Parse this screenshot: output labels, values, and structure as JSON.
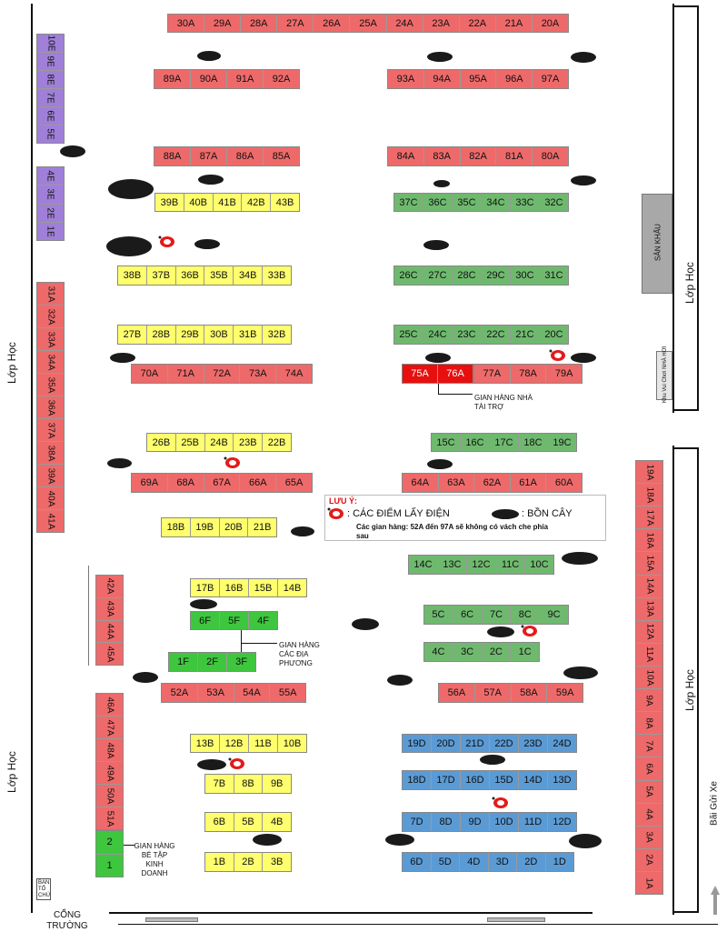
{
  "colors": {
    "red": "#ee6a6a",
    "yellow": "#ffff6e",
    "green": "#6fb96f",
    "blue": "#5b9bd5",
    "purple": "#a07fd8",
    "sponsor": "#e80f0f",
    "bright_green": "#3ec63e",
    "tree": "#1a1a1a"
  },
  "labels": {
    "classroom": "Lớp Học",
    "stage": "SÂN KHẤU",
    "play_area": "Khu Vui Chơi NHÀ HƠI",
    "parking": "Bãi Gửi Xe",
    "gate": "CỔNG TRƯỜNG",
    "organizers": "BAN TỔ CHỨC",
    "sponsor_note": "GIAN HÀNG NHÀ TÀI TRỢ",
    "local_note": "GIAN HÀNG CÁC ĐỊA PHƯƠNG",
    "kid_note": "GIAN HÀNG BÉ TẬP KINH DOANH"
  },
  "legend": {
    "title": "LƯU Ý:",
    "power": ": CÁC ĐIỂM LẤY ĐIỆN",
    "tree": ": BỒN CÂY",
    "note": "Các gian hàng: 52A đến 97A sẽ không có vách che phía sau"
  },
  "booths": {
    "r30_20": [
      "30A",
      "29A",
      "28A",
      "27A",
      "26A",
      "25A",
      "24A",
      "23A",
      "22A",
      "21A",
      "20A"
    ],
    "r89_92": [
      "89A",
      "90A",
      "91A",
      "92A"
    ],
    "r93_97": [
      "93A",
      "94A",
      "95A",
      "96A",
      "97A"
    ],
    "r88_85": [
      "88A",
      "87A",
      "86A",
      "85A"
    ],
    "r84_80": [
      "84A",
      "83A",
      "82A",
      "81A",
      "80A"
    ],
    "r39_43": [
      "39B",
      "40B",
      "41B",
      "42B",
      "43B"
    ],
    "r37_32": [
      "37C",
      "36C",
      "35C",
      "34C",
      "33C",
      "32C"
    ],
    "r38_33": [
      "38B",
      "37B",
      "36B",
      "35B",
      "34B",
      "33B"
    ],
    "r26_31": [
      "26C",
      "27C",
      "28C",
      "29C",
      "30C",
      "31C"
    ],
    "r27_32": [
      "27B",
      "28B",
      "29B",
      "30B",
      "31B",
      "32B"
    ],
    "r25_20": [
      "25C",
      "24C",
      "23C",
      "22C",
      "21C",
      "20C"
    ],
    "r70_74": [
      "70A",
      "71A",
      "72A",
      "73A",
      "74A"
    ],
    "r75_76": [
      "75A",
      "76A"
    ],
    "r77_79": [
      "77A",
      "78A",
      "79A"
    ],
    "r26_22": [
      "26B",
      "25B",
      "24B",
      "23B",
      "22B"
    ],
    "r15_19": [
      "15C",
      "16C",
      "17C",
      "18C",
      "19C"
    ],
    "r69_65": [
      "69A",
      "68A",
      "67A",
      "66A",
      "65A"
    ],
    "r64_60": [
      "64A",
      "63A",
      "62A",
      "61A",
      "60A"
    ],
    "r18_21": [
      "18B",
      "19B",
      "20B",
      "21B"
    ],
    "r14_10": [
      "14C",
      "13C",
      "12C",
      "11C",
      "10C"
    ],
    "r17_14": [
      "17B",
      "16B",
      "15B",
      "14B"
    ],
    "r6_4f": [
      "6F",
      "5F",
      "4F"
    ],
    "r5_9c": [
      "5C",
      "6C",
      "7C",
      "8C",
      "9C"
    ],
    "r1_3f": [
      "1F",
      "2F",
      "3F"
    ],
    "r4_1c": [
      "4C",
      "3C",
      "2C",
      "1C"
    ],
    "r52_55": [
      "52A",
      "53A",
      "54A",
      "55A"
    ],
    "r56_59": [
      "56A",
      "57A",
      "58A",
      "59A"
    ],
    "r13_10b": [
      "13B",
      "12B",
      "11B",
      "10B"
    ],
    "r19_24d": [
      "19D",
      "20D",
      "21D",
      "22D",
      "23D",
      "24D"
    ],
    "r7_9b": [
      "7B",
      "8B",
      "9B"
    ],
    "r18_13d": [
      "18D",
      "17D",
      "16D",
      "15D",
      "14D",
      "13D"
    ],
    "r6_4b": [
      "6B",
      "5B",
      "4B"
    ],
    "r7_12d": [
      "7D",
      "8D",
      "9D",
      "10D",
      "11D",
      "12D"
    ],
    "r1_3b": [
      "1B",
      "2B",
      "3B"
    ],
    "r6_1d": [
      "6D",
      "5D",
      "4D",
      "3D",
      "2D",
      "1D"
    ],
    "c10_5e": [
      "10E",
      "9E",
      "8E",
      "7E",
      "6E",
      "5E"
    ],
    "c4_1e": [
      "4E",
      "3E",
      "2E",
      "1E"
    ],
    "c31_41": [
      "31A",
      "32A",
      "33A",
      "34A",
      "35A",
      "36A",
      "37A",
      "38A",
      "39A",
      "40A",
      "41A"
    ],
    "c42_45": [
      "42A",
      "43A",
      "44A",
      "45A"
    ],
    "c46_51": [
      "46A",
      "47A",
      "48A",
      "49A",
      "50A",
      "51A"
    ],
    "c2_1": [
      "2",
      "1"
    ],
    "c19_1": [
      "19A",
      "18A",
      "17A",
      "16A",
      "15A",
      "14A",
      "13A",
      "12A",
      "11A",
      "10A",
      "9A",
      "8A",
      "7A",
      "6A",
      "5A",
      "4A",
      "3A",
      "2A",
      "1A"
    ]
  }
}
